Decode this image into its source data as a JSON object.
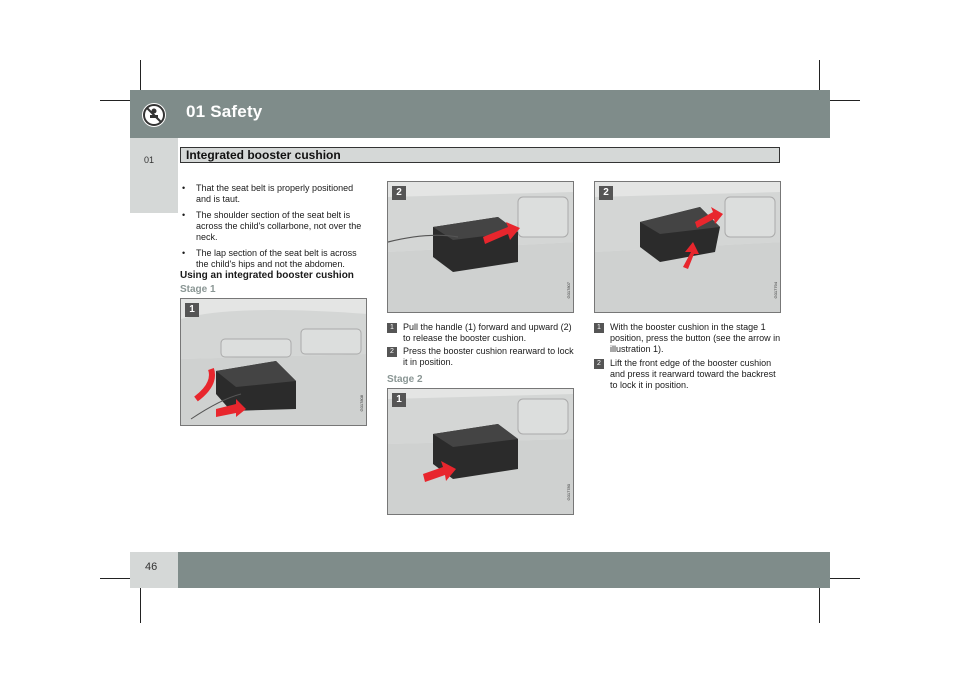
{
  "header": {
    "chapter_title": "01 Safety",
    "side_tab": "01"
  },
  "section": {
    "title": "Integrated booster cushion"
  },
  "bullets": [
    "That the seat belt is properly positioned and is taut.",
    "The shoulder section of the seat belt is across the child's collarbone, not over the neck.",
    "The lap section of the seat belt is across the child's hips and not the abdomen."
  ],
  "subhead": "Using an integrated booster cushion",
  "stage1": {
    "label": "Stage 1",
    "figure": {
      "num": "1",
      "code": "G017808"
    }
  },
  "stage1_fig2": {
    "num": "2",
    "code": "G017807"
  },
  "stage1_steps": [
    {
      "num": "1",
      "text": "Pull the handle (1) forward and upward (2) to release the booster cushion."
    },
    {
      "num": "2",
      "text": "Press the booster cushion rearward to lock it in position."
    }
  ],
  "stage2": {
    "label": "Stage 2",
    "figure": {
      "num": "1",
      "code": "G017780"
    }
  },
  "stage2_fig2": {
    "num": "2",
    "code": "G017794"
  },
  "stage2_steps": [
    {
      "num": "1",
      "text": "With the booster cushion in the stage 1 position, press the button (see the arrow in illustration 1)."
    },
    {
      "num": "2",
      "text": "Lift the front edge of the booster cushion and press it rearward toward the backrest to lock it in position."
    }
  ],
  "footer": {
    "page_number": "46"
  },
  "colors": {
    "band": "#7f8c8a",
    "tab": "#d5d8d7",
    "arrow": "#e8262d"
  }
}
